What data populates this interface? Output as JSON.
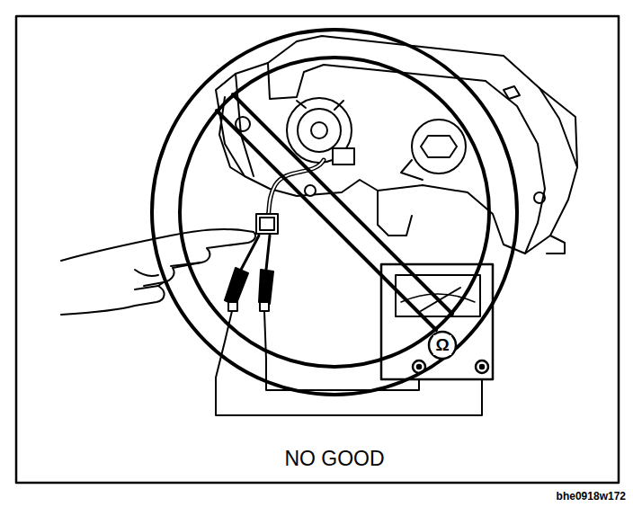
{
  "diagram": {
    "labels": [
      "NO GOOD",
      "Ω",
      "bhe0918w172"
    ]
  }
}
